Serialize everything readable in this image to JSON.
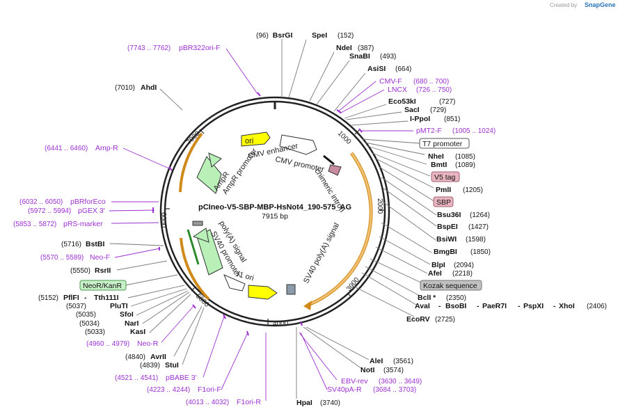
{
  "header": {
    "credit_text": "Created by",
    "brand": "SnapGene"
  },
  "plasmid": {
    "name": "pCIneo-V5-SBP-MBP-HsNot4_190-575_AG",
    "size_label": "7915 bp",
    "length": 7915
  },
  "ticks": [
    "1000",
    "2000",
    "3000",
    "4000",
    "5000",
    "6000",
    "7000"
  ],
  "features": {
    "ori": "ori",
    "cmv_enhancer": "CMV enhancer",
    "cmv_promoter": "CMV promoter",
    "chimeric_intron": "chimeric intron",
    "ampr": "AmpR",
    "ampr_promoter": "AmpR promoter",
    "sv40_polya_inner": "SV40 poly(A) signal",
    "polya_signal": "poly(A) signal",
    "sv40_promoter": "SV40 promoter",
    "f1_ori": "f1 ori"
  },
  "enzymes_left_top": [
    {
      "name": "BsrGI",
      "pos": "(96)"
    }
  ],
  "enzymes_right": [
    {
      "name": "SpeI",
      "pos": "(152)"
    },
    {
      "name": "NdeI",
      "pos": "(387)"
    },
    {
      "name": "SnaBI",
      "pos": "(493)"
    },
    {
      "name": "AsiSI",
      "pos": "(664)"
    },
    {
      "name": "Eco53kI",
      "pos": "(727)"
    },
    {
      "name": "SacI",
      "pos": "(729)"
    },
    {
      "name": "I-PpoI",
      "pos": "(851)"
    },
    {
      "name": "NheI",
      "pos": "(1085)"
    },
    {
      "name": "BmtI",
      "pos": "(1089)"
    },
    {
      "name": "PmlI",
      "pos": "(1205)"
    },
    {
      "name": "Bsu36I",
      "pos": "(1264)"
    },
    {
      "name": "BspEI",
      "pos": "(1427)"
    },
    {
      "name": "BsiWI",
      "pos": "(1598)"
    },
    {
      "name": "BmgBI",
      "pos": "(1850)"
    },
    {
      "name": "BlpI",
      "pos": "(2094)"
    },
    {
      "name": "AfeI",
      "pos": "(2218)"
    },
    {
      "name": "BclI *",
      "pos": "(2350)"
    }
  ],
  "multi_enzyme": {
    "ava": "AvaI",
    "bsobi": "BsoBI",
    "paer7i": "PaeR7I",
    "pspxi": "PspXI",
    "xhoi": "XhoI",
    "pos": "(2406)",
    "sep": "-"
  },
  "enzymes_bottom_right": [
    {
      "name": "EcoRV",
      "pos": "(2725)"
    },
    {
      "name": "AleI",
      "pos": "(3561)"
    },
    {
      "name": "NotI",
      "pos": "(3574)"
    },
    {
      "name": "HpaI",
      "pos": "(3740)"
    }
  ],
  "enzymes_left": [
    {
      "name": "AhdI",
      "pos": "(7010)"
    },
    {
      "name": "BstBI",
      "pos": "(5716)"
    },
    {
      "name": "RsrII",
      "pos": "(5550)"
    },
    {
      "name": "PflFI",
      "pos": "(5152)"
    },
    {
      "name": "Tth111I",
      "pos": ""
    },
    {
      "name": "PluTI",
      "pos": "(5037)"
    },
    {
      "name": "SfoI",
      "pos": "(5035)"
    },
    {
      "name": "NarI",
      "pos": "(5034)"
    },
    {
      "name": "KasI",
      "pos": "(5033)"
    },
    {
      "name": "AvrII",
      "pos": "(4840)"
    },
    {
      "name": "StuI",
      "pos": "(4839)"
    }
  ],
  "primers": [
    {
      "name": "pBR322ori-F",
      "range": "(7743 .. 7762)"
    },
    {
      "name": "CMV-F",
      "range": "(680 .. 700)"
    },
    {
      "name": "LNCX",
      "range": "(726 .. 750)"
    },
    {
      "name": "pMT2-F",
      "range": "(1005 .. 1024)"
    },
    {
      "name": "Amp-R",
      "range": "(6441 .. 6460)"
    },
    {
      "name": "pBRforEco",
      "range": "(6032 .. 6050)"
    },
    {
      "name": "pGEX 3'",
      "range": "(5972 .. 5994)"
    },
    {
      "name": "pRS-marker",
      "range": "(5853 .. 5872)"
    },
    {
      "name": "Neo-F",
      "range": "(5570 .. 5589)"
    },
    {
      "name": "Neo-R",
      "range": "(4960 .. 4979)"
    },
    {
      "name": "pBABE 3'",
      "range": "(4521 .. 4541)"
    },
    {
      "name": "F1ori-F",
      "range": "(4223 .. 4244)"
    },
    {
      "name": "F1ori-R",
      "range": "(4013 .. 4032)"
    },
    {
      "name": "EBV-rev",
      "range": "(3630 .. 3649)"
    },
    {
      "name": "SV40pA-R",
      "range": "(3684 .. 3703)"
    }
  ],
  "boxed_labels": {
    "t7": "T7 promoter",
    "v5": "V5 tag",
    "sbp": "SBP",
    "kozak": "Kozak sequence",
    "neor": "NeoR/KanR"
  },
  "colors": {
    "backbone": "#222222",
    "orf_orange": "#f0a830",
    "ampr_green": "#b8f0b8",
    "ori_yellow": "#ffff00",
    "primer_purple": "#9b30d0",
    "tag_pink": "#e8b4c0",
    "kozak_gray": "#c0c0c0",
    "neo_green": "#c8f0c8"
  }
}
